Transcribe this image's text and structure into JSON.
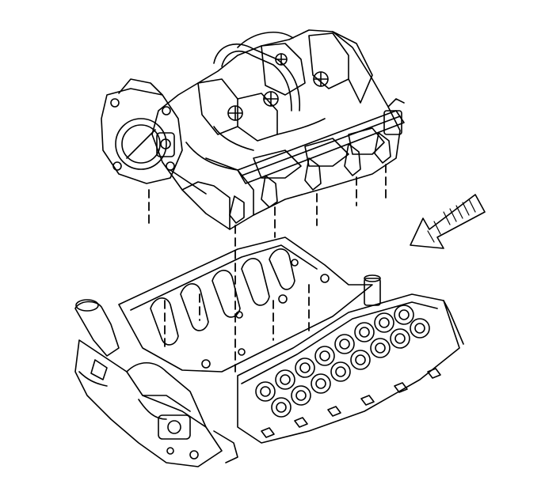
{
  "diagram": {
    "subject": "intake-manifold-assembly-over-engine-block",
    "line_color": "#000000",
    "background_color": "#ffffff",
    "arrow_color": "#000000",
    "arrow_shading": "hatched",
    "arrow_direction": "down-left",
    "guide_line_style": "dashed",
    "components": [
      {
        "id": "upper-intake-manifold",
        "icon": "manifold-drawing"
      },
      {
        "id": "throttle-body",
        "icon": "throttle-body-drawing"
      },
      {
        "id": "fuel-rail-injectors",
        "icon": "fuel-rail-drawing"
      },
      {
        "id": "lower-manifold-gasket-area",
        "icon": "valley-drawing"
      },
      {
        "id": "cylinder-head",
        "icon": "cylinder-head-drawing"
      },
      {
        "id": "engine-block-lower",
        "icon": "block-drawing"
      }
    ]
  }
}
